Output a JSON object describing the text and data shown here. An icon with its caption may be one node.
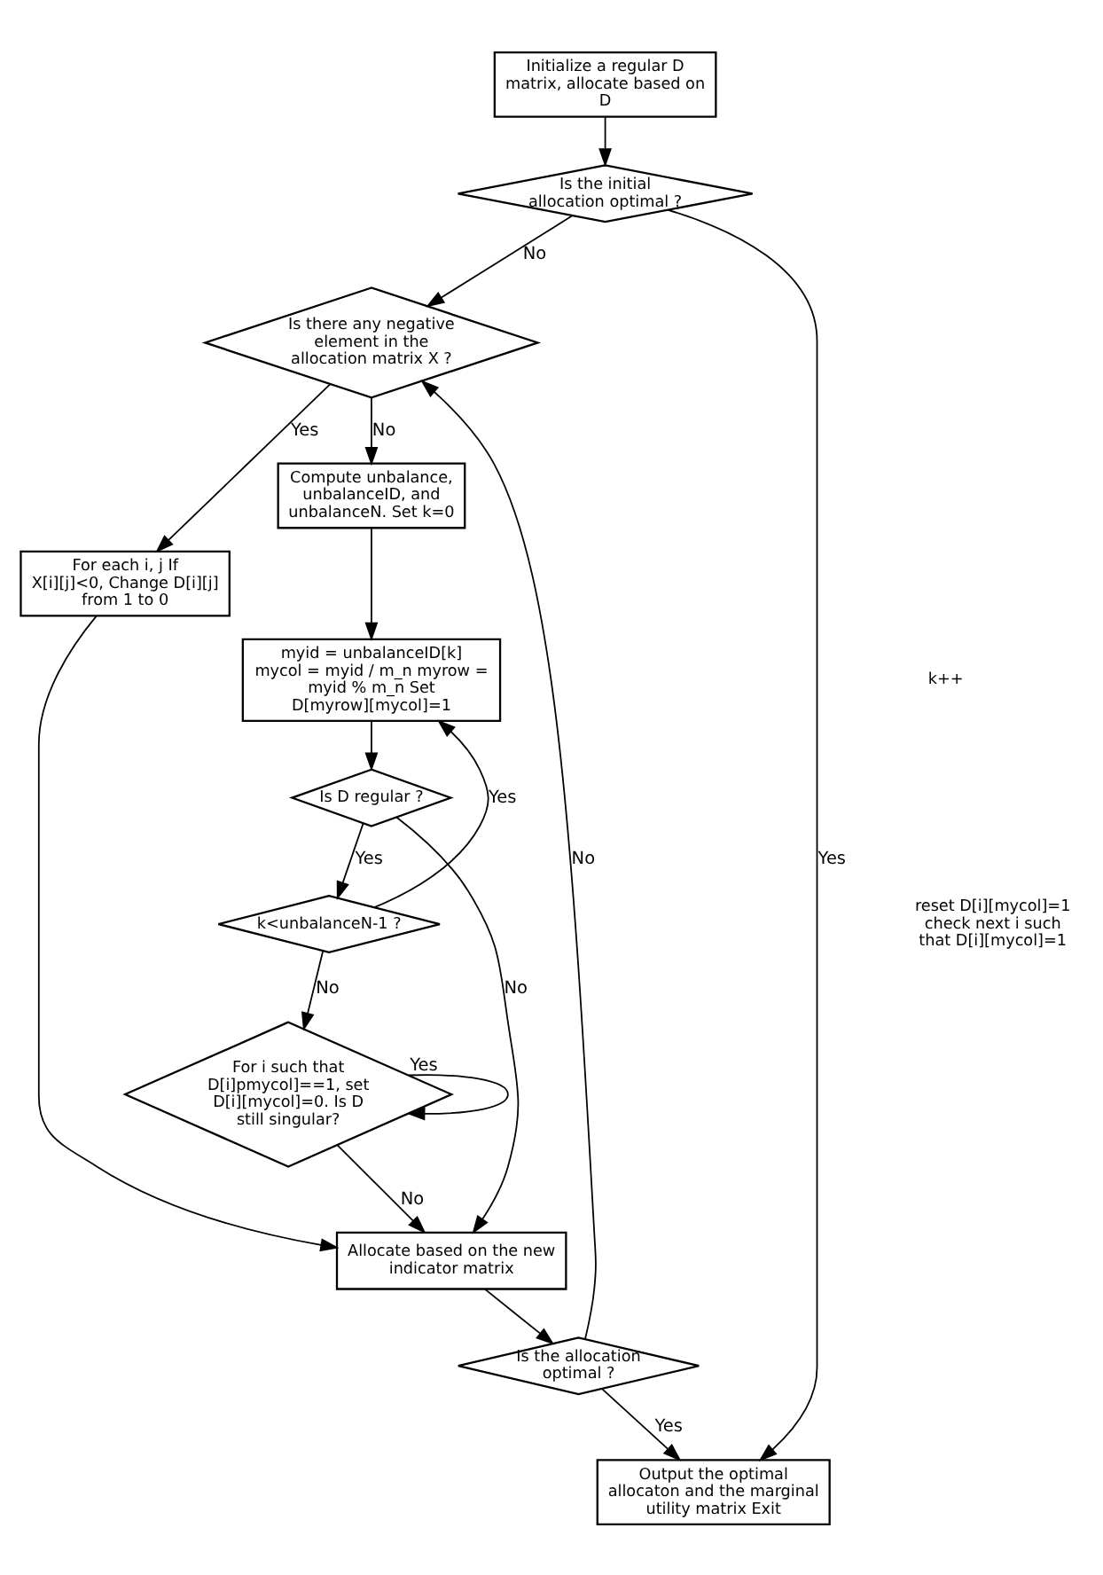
{
  "diagram": {
    "nodes": [
      {
        "text": [
          "Initialize a regular D matrix, allocate based on D"
        ]
      },
      {
        "text": [
          "Is the initial allocation optimal ?"
        ]
      },
      {
        "text": [
          "Is there any negative element in the allocation matrix X ?"
        ]
      },
      {
        "text": [
          "For each i, j If X[i][j]<0, Change D[i][j] from 1 to 0"
        ]
      },
      {
        "text": [
          "Compute unbalance, unbalanceID, and unbalanceN. Set k=0"
        ]
      },
      {
        "text": [
          "myid = unbalanceID[k] mycol = myid / m_n myrow = myid % m_n Set D[myrow][mycol]=1"
        ]
      },
      {
        "text": [
          "k<unbalanceN-1 ?"
        ]
      },
      {
        "text": [
          "Is D regular ?"
        ]
      },
      {
        "text": [
          "For i such that D[i]pmycol]==1, set D[i][mycol]=0. Is D still singular?"
        ]
      },
      {
        "text": [
          "Allocate based on the new indicator matrix"
        ]
      },
      {
        "text": [
          "Is the allocation optimal ?"
        ]
      },
      {
        "text": [
          "Output the optimal allocaton and the marginal utility matrix Exit"
        ]
      }
    ],
    "edges": [
      {
        "from": 0,
        "to": 1,
        "arrow": "to"
      },
      {
        "from": 1,
        "to": 11,
        "arrow": "to",
        "label": "Yes"
      },
      {
        "from": 1,
        "to": 2,
        "arrow": "to",
        "label": "No"
      },
      {
        "from": 10,
        "to": 2,
        "arrow": "to",
        "label": "No"
      },
      {
        "from": 2,
        "to": 3,
        "arrow": "to",
        "label": "Yes"
      },
      {
        "from": 2,
        "to": 4,
        "arrow": "to",
        "label": "No"
      },
      {
        "from": 4,
        "to": 5,
        "arrow": "to"
      },
      {
        "from": 5,
        "to": 7,
        "arrow": "to"
      },
      {
        "from": 7,
        "to": 6,
        "arrow": "to",
        "label": "Yes"
      },
      {
        "from": 6,
        "to": 5,
        "arrow": "to",
        "label": "Yes"
      },
      {
        "from": 6,
        "to": 8,
        "arrow": "to",
        "label": "No"
      },
      {
        "from": 8,
        "to": 8,
        "arrow": "to",
        "label": "Yes"
      },
      {
        "from": 8,
        "to": 9,
        "arrow": "to",
        "label": "No"
      },
      {
        "from": 7,
        "to": 9,
        "arrow": "to",
        "label": "No"
      },
      {
        "from": 3,
        "to": 9,
        "arrow": "to"
      },
      {
        "from": 9,
        "to": 10,
        "arrow": "to"
      },
      {
        "from": 10,
        "to": 11,
        "arrow": "to",
        "label": "Yes"
      }
    ],
    "labels": [
      "k++",
      "reset D[i][mycol]=1 check next i such that D[i][mycol]=1"
    ]
  }
}
